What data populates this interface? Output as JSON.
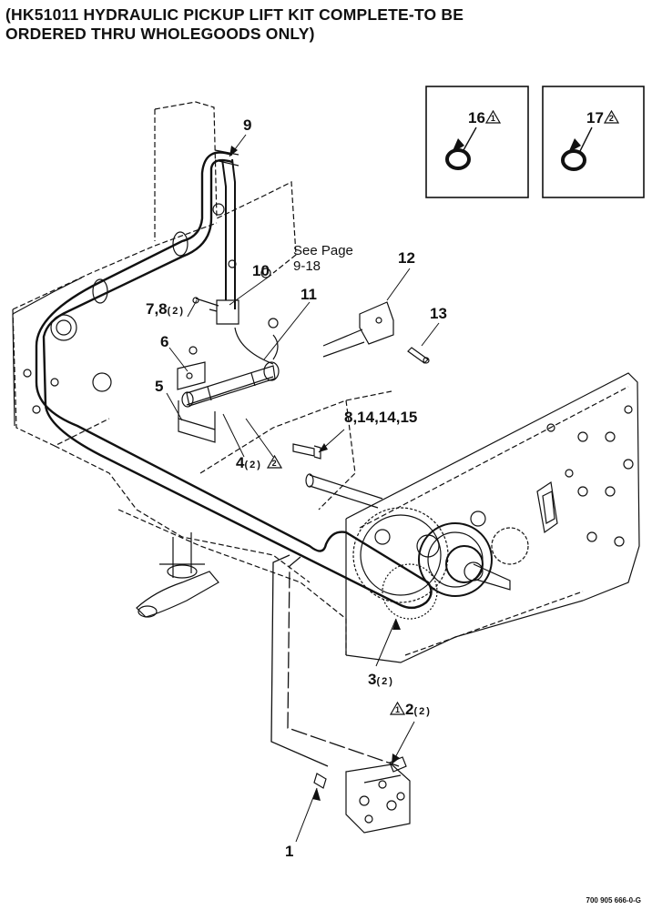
{
  "title": {
    "line1": "(HK51011 HYDRAULIC PICKUP LIFT KIT COMPLETE-TO BE",
    "line2": "ORDERED THRU WHOLEGOODS ONLY)"
  },
  "inset_left": {
    "label": "16",
    "flag": "1"
  },
  "inset_right": {
    "label": "17",
    "flag": "2"
  },
  "callouts": {
    "c9": "9",
    "see_page_1": "See Page",
    "see_page_2": "9-18",
    "c12": "12",
    "c10": "10",
    "c11": "11",
    "c13": "13",
    "c78": "7,8",
    "c78_qty": "(2)",
    "c6": "6",
    "c5": "5",
    "c8_14_15": "8,14,14,15",
    "c4": "4",
    "c4_qty": "(2)",
    "c4_flag": "2",
    "c3": "3",
    "c3_qty": "(2)",
    "c2": "2",
    "c2_qty": "(2)",
    "c2_flag": "1",
    "c1": "1"
  },
  "footer": "700 905 666-0-G"
}
